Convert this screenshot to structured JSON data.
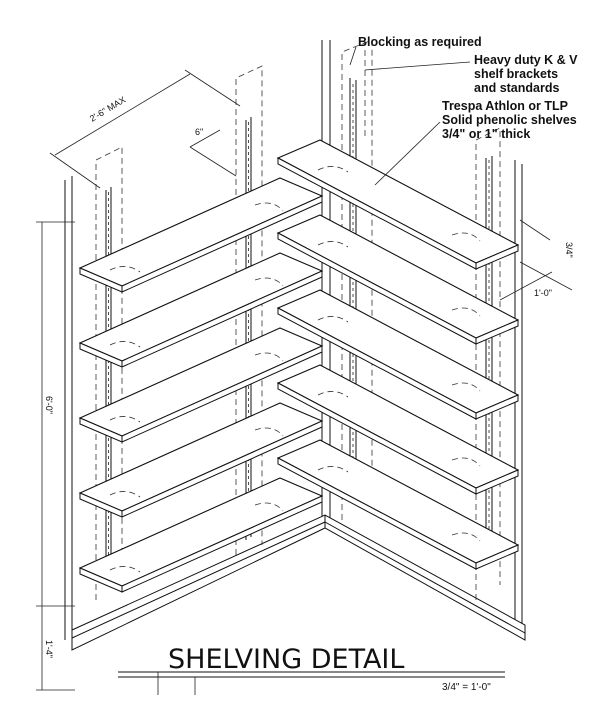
{
  "notes": {
    "blocking": "Blocking as required",
    "brackets": [
      "Heavy duty K & V",
      "shelf brackets",
      "and standards"
    ],
    "shelves": [
      "Trespa Athlon or TLP",
      "Solid phenolic shelves",
      "3/4\" or 1\" thick"
    ]
  },
  "dimensions": {
    "max_spacing": "2'-6\" MAX",
    "offset": "6\"",
    "shelf_thickness": "3/4\"",
    "shelf_depth": "1'-0\"",
    "standard_height": "6'-0\"",
    "base_height": "1'-4\""
  },
  "title": "SHELVING DETAIL",
  "scale": "3/4\" = 1'-0\""
}
